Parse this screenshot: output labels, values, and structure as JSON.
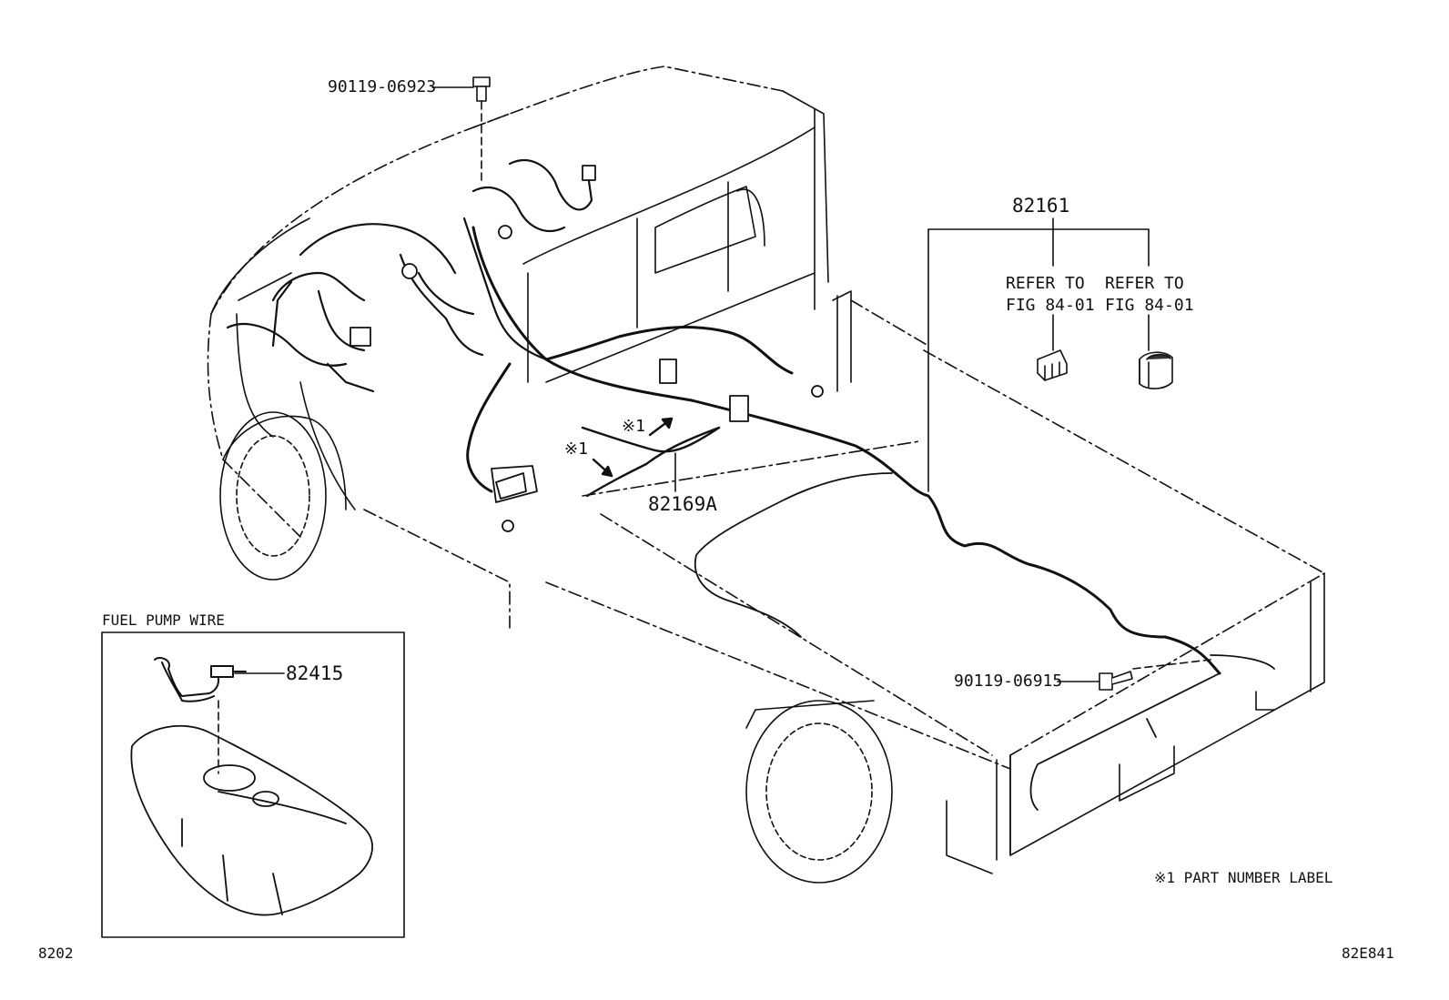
{
  "callouts": {
    "bolt_top": "90119-06923",
    "bolt_rear": "90119-06915",
    "harness_82161": "82161",
    "harness_82169a": "82169A",
    "fuel_pump_part": "82415",
    "refer_left": "REFER TO\nFIG 84-01",
    "refer_right": "REFER TO\nFIG 84-01",
    "mark_1a": "※1",
    "mark_1b": "※1"
  },
  "inset": {
    "title": "FUEL PUMP WIRE"
  },
  "legend": {
    "note": "※1 PART NUMBER LABEL"
  },
  "footer": {
    "left_code": "8202",
    "right_code": "82E841"
  },
  "colors": {
    "line": "#111111",
    "background": "#ffffff"
  }
}
